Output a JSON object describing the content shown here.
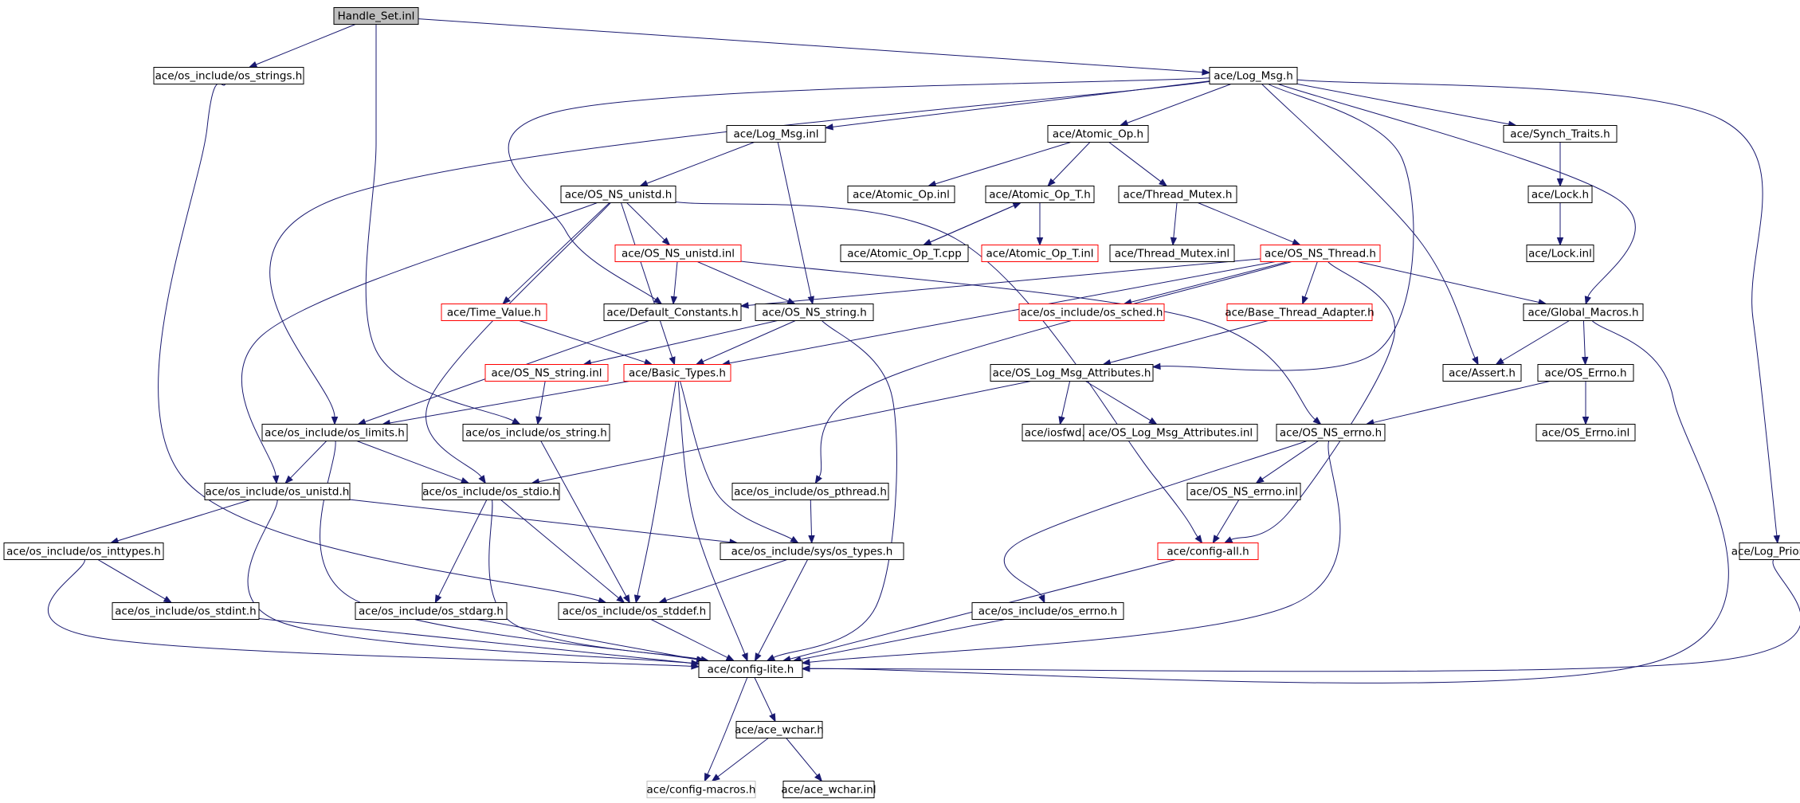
{
  "diagram": {
    "title": "",
    "colors": {
      "edge": "#191970",
      "node_border": "#000000",
      "incomplete_border": "#ff0000",
      "missing_border": "#bfbfbf",
      "root_fill": "#bfbfbf"
    },
    "nodes": [
      {
        "id": "handle_set_inl",
        "label": "Handle_Set.inl",
        "style": "root"
      },
      {
        "id": "os_strings_h",
        "label": "ace/os_include/os_strings.h",
        "style": "normal"
      },
      {
        "id": "log_msg_h",
        "label": "ace/Log_Msg.h",
        "style": "normal"
      },
      {
        "id": "log_msg_inl",
        "label": "ace/Log_Msg.inl",
        "style": "normal"
      },
      {
        "id": "atomic_op_h",
        "label": "ace/Atomic_Op.h",
        "style": "normal"
      },
      {
        "id": "synch_traits_h",
        "label": "ace/Synch_Traits.h",
        "style": "normal"
      },
      {
        "id": "os_ns_unistd_h",
        "label": "ace/OS_NS_unistd.h",
        "style": "normal"
      },
      {
        "id": "atomic_op_inl",
        "label": "ace/Atomic_Op.inl",
        "style": "normal"
      },
      {
        "id": "atomic_op_t_h",
        "label": "ace/Atomic_Op_T.h",
        "style": "normal"
      },
      {
        "id": "thread_mutex_h",
        "label": "ace/Thread_Mutex.h",
        "style": "normal"
      },
      {
        "id": "lock_h",
        "label": "ace/Lock.h",
        "style": "normal"
      },
      {
        "id": "os_ns_unistd_inl",
        "label": "ace/OS_NS_unistd.inl",
        "style": "incomplete"
      },
      {
        "id": "atomic_op_t_cpp",
        "label": "ace/Atomic_Op_T.cpp",
        "style": "normal"
      },
      {
        "id": "atomic_op_t_inl",
        "label": "ace/Atomic_Op_T.inl",
        "style": "incomplete"
      },
      {
        "id": "thread_mutex_inl",
        "label": "ace/Thread_Mutex.inl",
        "style": "normal"
      },
      {
        "id": "os_ns_thread_h",
        "label": "ace/OS_NS_Thread.h",
        "style": "incomplete"
      },
      {
        "id": "lock_inl",
        "label": "ace/Lock.inl",
        "style": "normal"
      },
      {
        "id": "time_value_h",
        "label": "ace/Time_Value.h",
        "style": "incomplete"
      },
      {
        "id": "default_constants_h",
        "label": "ace/Default_Constants.h",
        "style": "normal"
      },
      {
        "id": "os_ns_string_h",
        "label": "ace/OS_NS_string.h",
        "style": "normal"
      },
      {
        "id": "os_sched_h",
        "label": "ace/os_include/os_sched.h",
        "style": "incomplete"
      },
      {
        "id": "base_thread_adapter_h",
        "label": "ace/Base_Thread_Adapter.h",
        "style": "incomplete"
      },
      {
        "id": "global_macros_h",
        "label": "ace/Global_Macros.h",
        "style": "normal"
      },
      {
        "id": "os_ns_string_inl",
        "label": "ace/OS_NS_string.inl",
        "style": "incomplete"
      },
      {
        "id": "basic_types_h",
        "label": "ace/Basic_Types.h",
        "style": "incomplete"
      },
      {
        "id": "os_log_msg_attributes_h",
        "label": "ace/OS_Log_Msg_Attributes.h",
        "style": "normal"
      },
      {
        "id": "assert_h",
        "label": "ace/Assert.h",
        "style": "normal"
      },
      {
        "id": "os_errno_h",
        "label": "ace/OS_Errno.h",
        "style": "normal"
      },
      {
        "id": "os_limits_h",
        "label": "ace/os_include/os_limits.h",
        "style": "normal"
      },
      {
        "id": "os_string_h",
        "label": "ace/os_include/os_string.h",
        "style": "normal"
      },
      {
        "id": "iosfwd_h",
        "label": "ace/iosfwd.h",
        "style": "normal"
      },
      {
        "id": "os_log_msg_attributes_inl",
        "label": "ace/OS_Log_Msg_Attributes.inl",
        "style": "normal"
      },
      {
        "id": "os_ns_errno_h",
        "label": "ace/OS_NS_errno.h",
        "style": "normal"
      },
      {
        "id": "os_errno_inl",
        "label": "ace/OS_Errno.inl",
        "style": "normal"
      },
      {
        "id": "os_unistd_h",
        "label": "ace/os_include/os_unistd.h",
        "style": "normal"
      },
      {
        "id": "os_stdio_h",
        "label": "ace/os_include/os_stdio.h",
        "style": "normal"
      },
      {
        "id": "os_pthread_h",
        "label": "ace/os_include/os_pthread.h",
        "style": "normal"
      },
      {
        "id": "os_ns_errno_inl",
        "label": "ace/OS_NS_errno.inl",
        "style": "normal"
      },
      {
        "id": "os_inttypes_h",
        "label": "ace/os_include/os_inttypes.h",
        "style": "normal"
      },
      {
        "id": "sys_os_types_h",
        "label": "ace/os_include/sys/os_types.h",
        "style": "normal"
      },
      {
        "id": "config_all_h",
        "label": "ace/config-all.h",
        "style": "incomplete"
      },
      {
        "id": "log_priority_h",
        "label": "ace/Log_Priority.h",
        "style": "normal"
      },
      {
        "id": "os_stdint_h",
        "label": "ace/os_include/os_stdint.h",
        "style": "normal"
      },
      {
        "id": "os_stdarg_h",
        "label": "ace/os_include/os_stdarg.h",
        "style": "normal"
      },
      {
        "id": "os_stddef_h",
        "label": "ace/os_include/os_stddef.h",
        "style": "normal"
      },
      {
        "id": "os_errno_h_inc",
        "label": "ace/os_include/os_errno.h",
        "style": "normal"
      },
      {
        "id": "config_lite_h",
        "label": "ace/config-lite.h",
        "style": "normal"
      },
      {
        "id": "ace_wchar_h",
        "label": "ace/ace_wchar.h",
        "style": "normal"
      },
      {
        "id": "config_macros_h",
        "label": "ace/config-macros.h",
        "style": "missing"
      },
      {
        "id": "ace_wchar_inl",
        "label": "ace/ace_wchar.inl",
        "style": "normal"
      }
    ],
    "edges": [
      [
        "handle_set_inl",
        "os_strings_h"
      ],
      [
        "handle_set_inl",
        "log_msg_h"
      ],
      [
        "handle_set_inl",
        "os_string_h"
      ],
      [
        "os_strings_h",
        "os_stddef_h"
      ],
      [
        "log_msg_h",
        "log_msg_inl"
      ],
      [
        "log_msg_h",
        "atomic_op_h"
      ],
      [
        "log_msg_h",
        "synch_traits_h"
      ],
      [
        "log_msg_h",
        "default_constants_h"
      ],
      [
        "log_msg_h",
        "os_limits_h"
      ],
      [
        "log_msg_h",
        "os_log_msg_attributes_h"
      ],
      [
        "log_msg_h",
        "assert_h"
      ],
      [
        "log_msg_h",
        "global_macros_h"
      ],
      [
        "log_msg_h",
        "log_priority_h"
      ],
      [
        "log_msg_inl",
        "os_ns_unistd_h"
      ],
      [
        "log_msg_inl",
        "os_ns_string_h"
      ],
      [
        "atomic_op_h",
        "atomic_op_inl"
      ],
      [
        "atomic_op_h",
        "atomic_op_t_h"
      ],
      [
        "atomic_op_h",
        "thread_mutex_h"
      ],
      [
        "synch_traits_h",
        "lock_h"
      ],
      [
        "lock_h",
        "lock_inl"
      ],
      [
        "atomic_op_t_h",
        "atomic_op_t_cpp"
      ],
      [
        "atomic_op_t_h",
        "atomic_op_t_inl"
      ],
      [
        "atomic_op_t_cpp",
        "atomic_op_t_h"
      ],
      [
        "thread_mutex_h",
        "thread_mutex_inl"
      ],
      [
        "thread_mutex_h",
        "os_ns_thread_h"
      ],
      [
        "os_ns_unistd_h",
        "os_ns_unistd_inl"
      ],
      [
        "os_ns_unistd_h",
        "time_value_h"
      ],
      [
        "os_ns_unistd_h",
        "basic_types_h"
      ],
      [
        "os_ns_unistd_h",
        "os_unistd_h"
      ],
      [
        "os_ns_unistd_h",
        "os_stdio_h"
      ],
      [
        "os_ns_unistd_h",
        "config_all_h"
      ],
      [
        "os_ns_unistd_inl",
        "default_constants_h"
      ],
      [
        "os_ns_unistd_inl",
        "os_ns_string_h"
      ],
      [
        "os_ns_unistd_inl",
        "os_ns_errno_h"
      ],
      [
        "os_ns_thread_h",
        "default_constants_h"
      ],
      [
        "os_ns_thread_h",
        "os_sched_h"
      ],
      [
        "os_ns_thread_h",
        "base_thread_adapter_h"
      ],
      [
        "os_ns_thread_h",
        "global_macros_h"
      ],
      [
        "os_ns_thread_h",
        "basic_types_h"
      ],
      [
        "os_ns_thread_h",
        "os_pthread_h"
      ],
      [
        "os_ns_thread_h",
        "config_all_h"
      ],
      [
        "time_value_h",
        "basic_types_h"
      ],
      [
        "default_constants_h",
        "os_limits_h"
      ],
      [
        "os_ns_string_h",
        "os_ns_string_inl"
      ],
      [
        "os_ns_string_h",
        "basic_types_h"
      ],
      [
        "os_ns_string_h",
        "config_lite_h"
      ],
      [
        "os_ns_string_inl",
        "os_string_h"
      ],
      [
        "base_thread_adapter_h",
        "os_log_msg_attributes_h"
      ],
      [
        "global_macros_h",
        "assert_h"
      ],
      [
        "global_macros_h",
        "os_errno_h"
      ],
      [
        "global_macros_h",
        "config_lite_h"
      ],
      [
        "basic_types_h",
        "os_limits_h"
      ],
      [
        "basic_types_h",
        "sys_os_types_h"
      ],
      [
        "basic_types_h",
        "os_stddef_h"
      ],
      [
        "basic_types_h",
        "config_lite_h"
      ],
      [
        "os_log_msg_attributes_h",
        "iosfwd_h"
      ],
      [
        "os_log_msg_attributes_h",
        "os_log_msg_attributes_inl"
      ],
      [
        "os_log_msg_attributes_h",
        "os_stdio_h"
      ],
      [
        "os_errno_h",
        "os_errno_inl"
      ],
      [
        "os_errno_h",
        "os_ns_errno_h"
      ],
      [
        "os_limits_h",
        "os_unistd_h"
      ],
      [
        "os_limits_h",
        "os_stdio_h"
      ],
      [
        "os_limits_h",
        "config_lite_h"
      ],
      [
        "os_string_h",
        "os_stddef_h"
      ],
      [
        "os_ns_errno_h",
        "os_ns_errno_inl"
      ],
      [
        "os_ns_errno_h",
        "os_errno_h_inc"
      ],
      [
        "os_ns_errno_h",
        "config_lite_h"
      ],
      [
        "os_ns_errno_inl",
        "config_all_h"
      ],
      [
        "os_unistd_h",
        "os_inttypes_h"
      ],
      [
        "os_unistd_h",
        "sys_os_types_h"
      ],
      [
        "os_unistd_h",
        "config_lite_h"
      ],
      [
        "os_stdio_h",
        "os_stdarg_h"
      ],
      [
        "os_stdio_h",
        "os_stddef_h"
      ],
      [
        "os_stdio_h",
        "config_lite_h"
      ],
      [
        "os_pthread_h",
        "sys_os_types_h"
      ],
      [
        "os_inttypes_h",
        "os_stdint_h"
      ],
      [
        "os_inttypes_h",
        "config_lite_h"
      ],
      [
        "os_stdint_h",
        "config_lite_h"
      ],
      [
        "sys_os_types_h",
        "os_stddef_h"
      ],
      [
        "sys_os_types_h",
        "config_lite_h"
      ],
      [
        "os_stdarg_h",
        "config_lite_h"
      ],
      [
        "os_stddef_h",
        "config_lite_h"
      ],
      [
        "os_errno_h_inc",
        "config_lite_h"
      ],
      [
        "config_all_h",
        "config_lite_h"
      ],
      [
        "log_priority_h",
        "config_lite_h"
      ],
      [
        "config_lite_h",
        "ace_wchar_h"
      ],
      [
        "config_lite_h",
        "config_macros_h"
      ],
      [
        "ace_wchar_h",
        "config_macros_h"
      ],
      [
        "ace_wchar_h",
        "ace_wchar_inl"
      ]
    ]
  }
}
